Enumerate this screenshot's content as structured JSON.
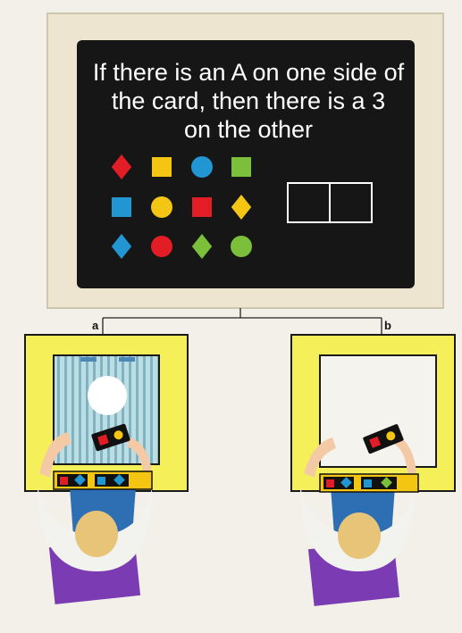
{
  "monitor": {
    "rule_lines": [
      "If there is an A on one side of",
      "the card, then there is a 3",
      "on the other"
    ],
    "shapes": [
      {
        "shape": "diamond",
        "color": "#e31d26"
      },
      {
        "shape": "square",
        "color": "#f4c613"
      },
      {
        "shape": "circle",
        "color": "#2196d3"
      },
      {
        "shape": "square",
        "color": "#7bbf3a"
      },
      {
        "shape": "square",
        "color": "#2196d3"
      },
      {
        "shape": "circle",
        "color": "#f4c613"
      },
      {
        "shape": "square",
        "color": "#e31d26"
      },
      {
        "shape": "diamond",
        "color": "#f4c613"
      },
      {
        "shape": "diamond",
        "color": "#2196d3"
      },
      {
        "shape": "circle",
        "color": "#e31d26"
      },
      {
        "shape": "diamond",
        "color": "#7bbf3a"
      },
      {
        "shape": "circle",
        "color": "#7bbf3a"
      }
    ]
  },
  "panels": {
    "a": {
      "label": "a"
    },
    "b": {
      "label": "b"
    }
  },
  "colors": {
    "monitor_frame": "#ede5cf",
    "screen": "#161616",
    "table_yellow": "#f5ef5a",
    "table_border": "#1a1a1a",
    "striped_board": "#a9cfd8",
    "plain_board": "#f4f3ee",
    "shirt": "#f2f2ee",
    "hair": "#e8c479",
    "jeans": "#2d6fb2",
    "seat": "#7a3bb3",
    "skin": "#f4c9a5"
  }
}
